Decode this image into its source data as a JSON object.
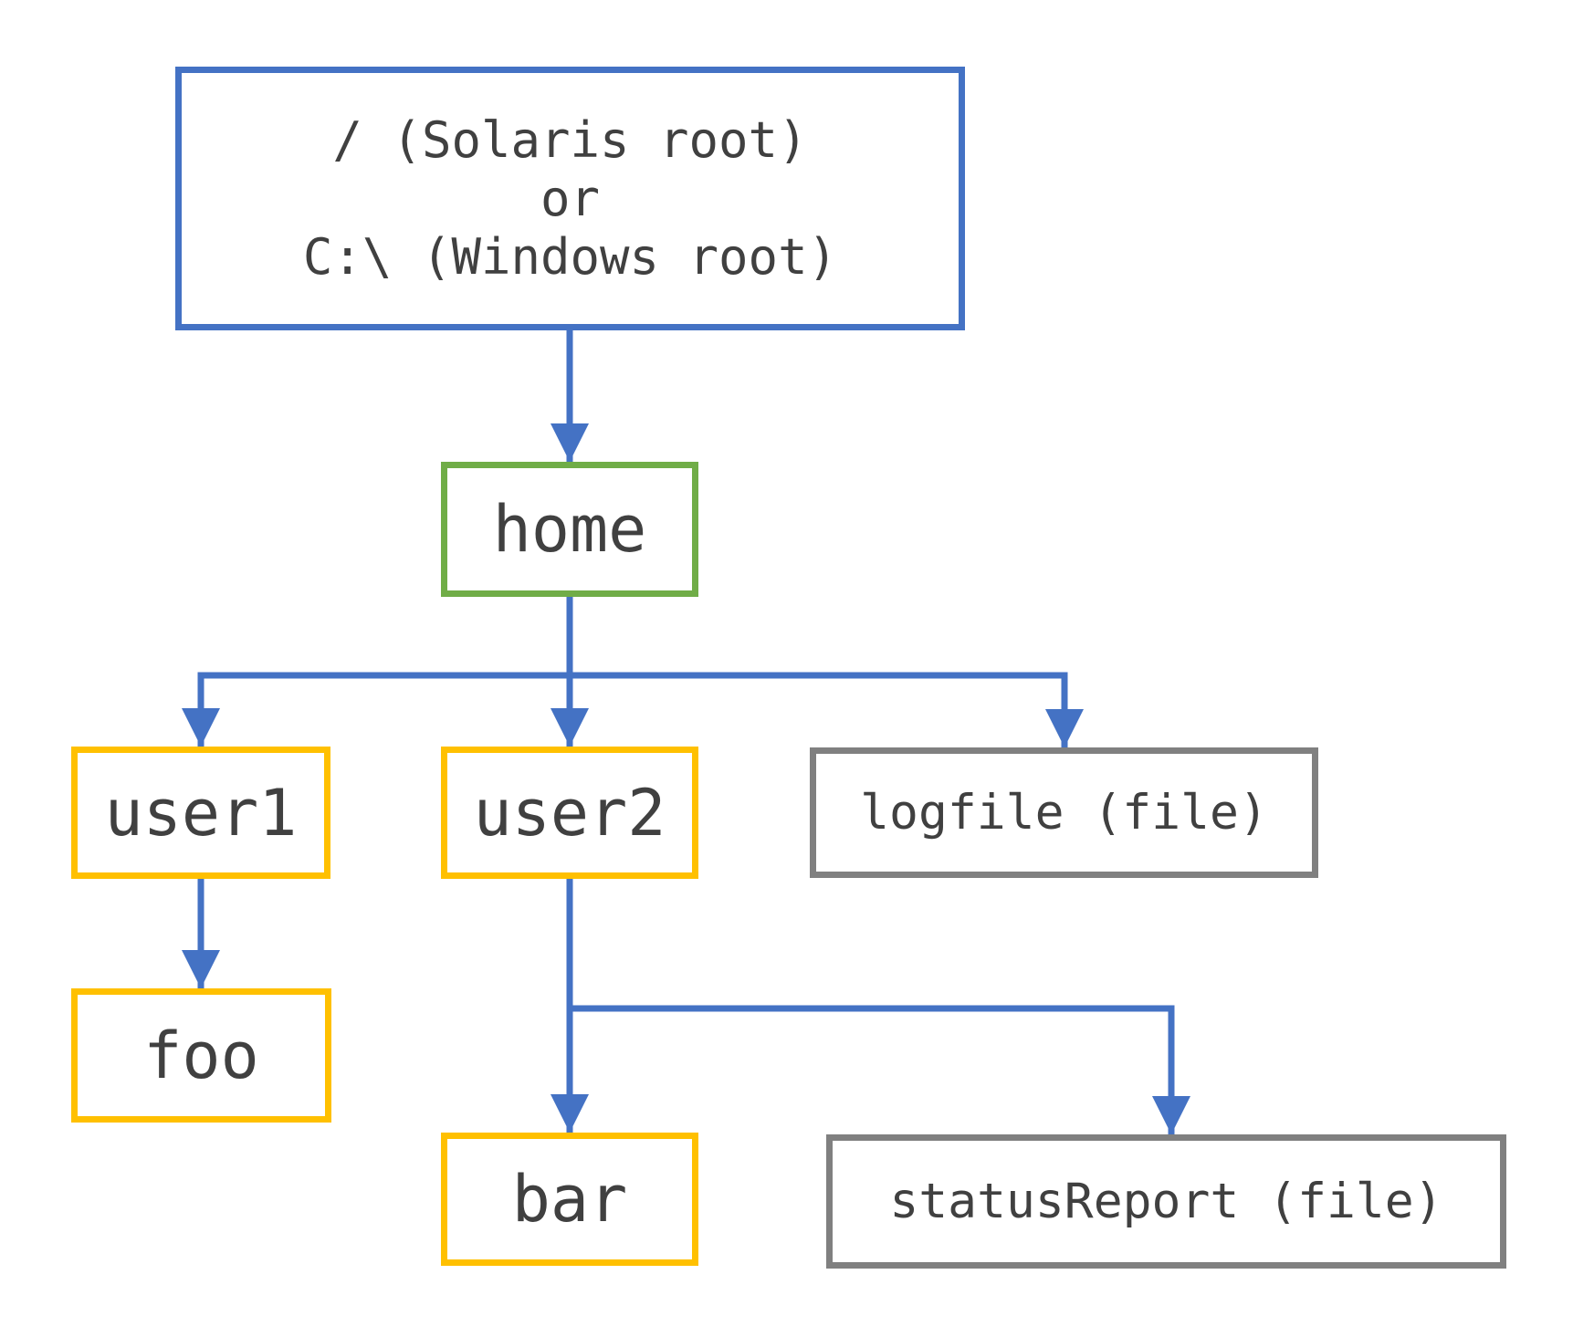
{
  "diagram": {
    "type": "tree",
    "nodes": {
      "root": {
        "kind": "root",
        "lines": [
          "/ (Solaris root)",
          "or",
          "C:\\ (Windows root)"
        ]
      },
      "home": {
        "kind": "directory",
        "label": "home"
      },
      "user1": {
        "kind": "directory",
        "label": "user1"
      },
      "user2": {
        "kind": "directory",
        "label": "user2"
      },
      "logfile": {
        "kind": "file",
        "label": "logfile (file)"
      },
      "foo": {
        "kind": "directory",
        "label": "foo"
      },
      "bar": {
        "kind": "directory",
        "label": "bar"
      },
      "statusreport": {
        "kind": "file",
        "label": "statusReport (file)"
      }
    },
    "edges": [
      {
        "from": "root",
        "to": "home"
      },
      {
        "from": "home",
        "to": "user1"
      },
      {
        "from": "home",
        "to": "user2"
      },
      {
        "from": "home",
        "to": "logfile"
      },
      {
        "from": "user1",
        "to": "foo"
      },
      {
        "from": "user2",
        "to": "bar"
      },
      {
        "from": "user2",
        "to": "statusReport"
      }
    ],
    "colors": {
      "connector": "#4472C4",
      "root_border": "#4472C4",
      "home_border": "#70AD47",
      "directory_border": "#FFC000",
      "file_border": "#808080",
      "text": "#404040",
      "background": "#FFFFFF"
    }
  }
}
